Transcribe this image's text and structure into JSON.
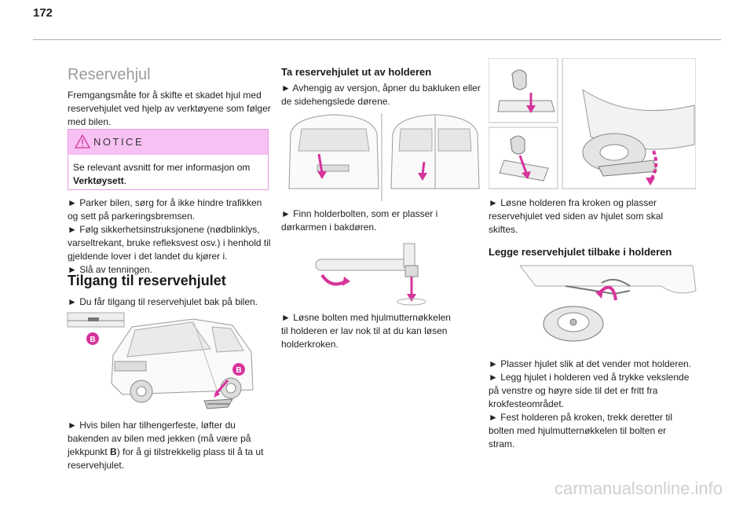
{
  "page_number": "172",
  "left": {
    "title": "Reservehjul",
    "intro": [
      "Fremgangsmåte for å skifte et skadet hjul med",
      "reservehjulet ved hjelp av verktøyene som følger",
      "med bilen."
    ],
    "notice": {
      "title": "NOTICE",
      "line1": "Se relevant avsnitt for mer informasjon om",
      "line2_bold": "Verktøysett",
      "line2_end": "."
    },
    "steps": [
      "► Parker bilen, sørg for å ikke hindre trafikken",
      "og sett på parkeringsbremsen.",
      "► Følg sikkerhetsinstruksjonene (nødblinklys,",
      "varseltrekant, bruke refleksvest osv.) i henhold til",
      "gjeldende lover i det landet du kjører i.",
      "► Slå av tenningen."
    ],
    "heading": "Tilgang til reservehjulet",
    "access": "► Du får tilgang til reservehjulet bak på bilen.",
    "jack_label": "B",
    "jack_text": {
      "l1": "► Hvis bilen har tilhengerfeste, løfter du",
      "l2": "bakenden av bilen med jekken (må være på",
      "l3a": "jekkpunkt ",
      "l3b": "B",
      "l3c": ") for å gi tilstrekkelig plass til å ta ut",
      "l4": "reservehjulet."
    }
  },
  "middle": {
    "heading": "Ta reservehjulet ut av holderen",
    "p1": [
      "► Avhengig av versjon, åpner du bakluken eller",
      "de sidehengslede dørene."
    ],
    "p2": [
      "► Finn holderbolten, som er plasser i",
      "dørkarmen i bakdøren."
    ],
    "p3": [
      "► Løsne bolten med hjulmutternøkkelen",
      "til holderen er lav nok til at du kan løsen",
      "holderkroken."
    ]
  },
  "right": {
    "p1": [
      "► Løsne holderen fra kroken og plasser",
      "reservehjulet ved siden av hjulet som skal",
      "skiftes."
    ],
    "heading": "Legge reservehjulet tilbake i holderen",
    "p2": [
      "► Plasser hjulet slik at det vender mot holderen.",
      "► Legg hjulet i holderen ved å trykke vekslende",
      "på venstre og høyre side til det er fritt fra",
      "krokfesteområdet.",
      "► Fest holderen på kroken, trekk deretter til",
      "bolten med hjulmutternøkkelen til bolten er",
      "stram."
    ]
  },
  "watermark": "carmanualsonline.info",
  "colors": {
    "accent": "#d6339b",
    "notice_bg": "#f7c2f3",
    "notice_border": "#e79be3"
  }
}
